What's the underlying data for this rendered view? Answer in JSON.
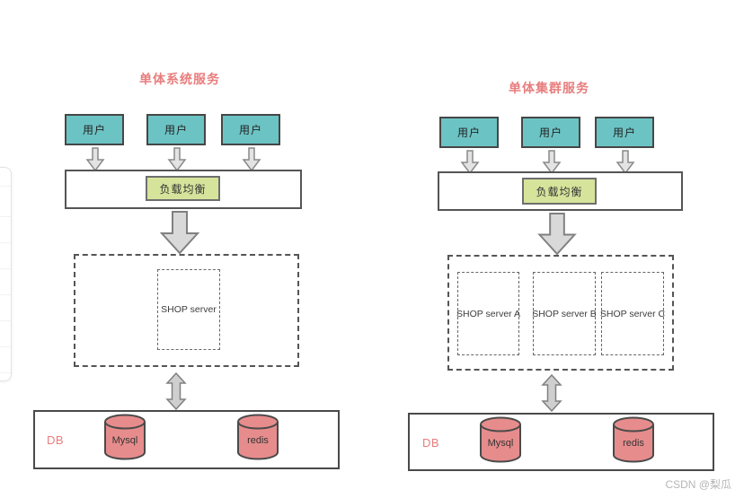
{
  "watermark": "CSDN @梨瓜",
  "colors": {
    "title": "#e87d7d",
    "user_box_fill": "#6cc3c4",
    "load_balancer_fill": "#d6e39b",
    "cylinder_fill": "#e78c8c",
    "db_label": "#e87d7d",
    "box_border": "#4a4a4a",
    "arrow_fill": "#dcdcdc",
    "arrow_stroke": "#858585",
    "watermark_color": "#b5b5b5"
  },
  "diagrams": [
    {
      "title": "单体系统服务",
      "users": [
        "用户",
        "用户",
        "用户"
      ],
      "load_balancer_label": "负载均衡",
      "servers": [
        "SHOP server"
      ],
      "db_label": "DB",
      "databases": [
        "Mysql",
        "redis"
      ]
    },
    {
      "title": "单体集群服务",
      "users": [
        "用户",
        "用户",
        "用户"
      ],
      "load_balancer_label": "负载均衡",
      "servers": [
        "SHOP server A",
        "SHOP server B",
        "SHOP server C"
      ],
      "db_label": "DB",
      "databases": [
        "Mysql",
        "redis"
      ]
    }
  ]
}
